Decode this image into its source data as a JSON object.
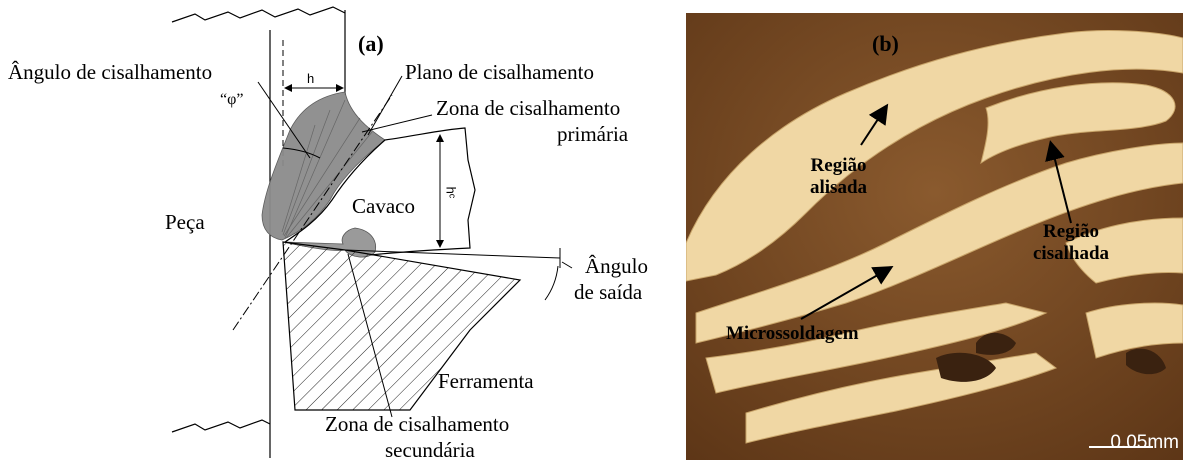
{
  "panel_a": {
    "letter": "(a)",
    "labels": {
      "shear_angle": "Ângulo de cisalhamento",
      "phi": "“φ”",
      "h": "h",
      "shear_plane": "Plano de cisalhamento",
      "primary_zone_line1": "Zona de cisalhamento",
      "primary_zone_line2": "primária",
      "chip": "Cavaco",
      "chip_thickness": "hᶜ",
      "workpiece": "Peça",
      "rake_angle_line1": "Ângulo",
      "rake_angle_line2": "de saída",
      "tool": "Ferramenta",
      "secondary_zone_line1": "Zona de cisalhamento",
      "secondary_zone_line2": "secundária"
    }
  },
  "panel_b": {
    "letter": "(b)",
    "labels": {
      "smoothed_line1": "Região",
      "smoothed_line2": "alisada",
      "sheared_line1": "Região",
      "sheared_line2": "cisalhada",
      "microweld": "Microssoldagem",
      "scale": "0.05mm"
    },
    "colors": {
      "matrix": "#7a4a22",
      "chip": "#f2d9a8"
    }
  }
}
